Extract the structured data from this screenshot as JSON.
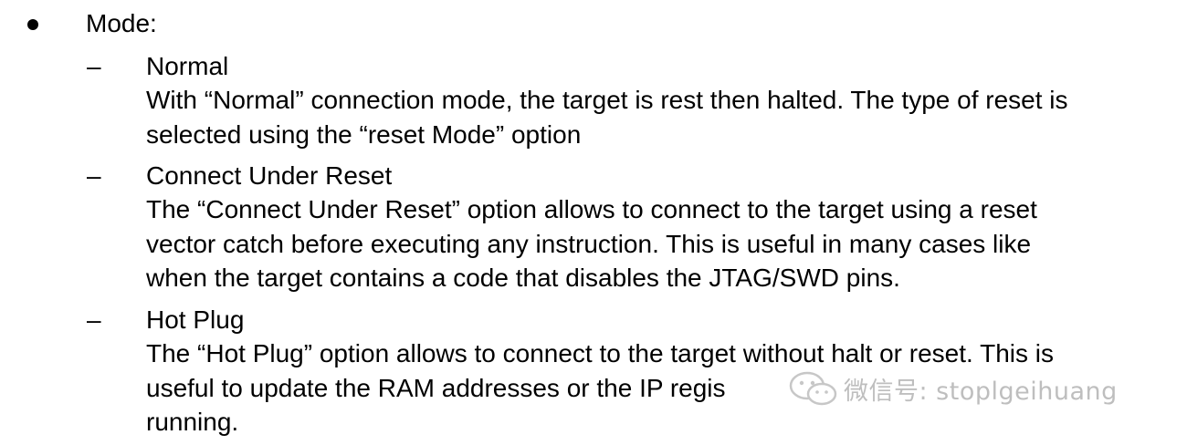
{
  "bullet": {
    "marker": "•",
    "label": "Mode:"
  },
  "sub_marker": "–",
  "items": [
    {
      "title": "Normal",
      "lines": [
        "With “Normal” connection mode, the target is rest then halted. The type of reset is",
        "selected using the “reset Mode” option"
      ]
    },
    {
      "title": "Connect Under Reset",
      "lines": [
        "The “Connect Under Reset” option allows to connect to the target using a reset",
        "vector catch before executing any instruction. This is useful in many cases like",
        "when the target contains a code that disables the JTAG/SWD pins."
      ]
    },
    {
      "title": "Hot Plug",
      "lines": [
        "The “Hot Plug” option allows to connect to the target without halt or reset. This is",
        "useful to update the RAM addresses or the IP regis",
        "running."
      ]
    }
  ],
  "watermark": {
    "icon": "wechat-icon",
    "text": "微信号: stoplgeihuang"
  }
}
